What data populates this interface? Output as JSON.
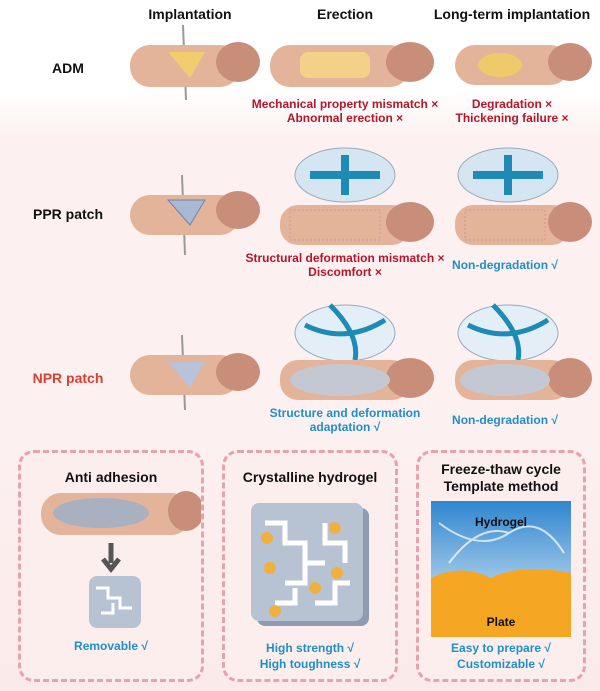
{
  "headers": {
    "implantation": "Implantation",
    "erection": "Erection",
    "long_term": "Long-term implantation"
  },
  "rows": {
    "adm": {
      "label": "ADM",
      "erection": [
        "Mechanical property mismatch ×",
        "Abnormal erection ×"
      ],
      "long_term": [
        "Degradation ×",
        "Thickening failure ×"
      ]
    },
    "ppr": {
      "label": "PPR patch",
      "erection": [
        "Structural deformation mismatch ×",
        "Discomfort ×"
      ],
      "long_term": [
        "Non-degradation √"
      ]
    },
    "npr": {
      "label": "NPR patch",
      "erection": [
        "Structure and deformation",
        "adaptation √"
      ],
      "long_term": [
        "Non-degradation √"
      ]
    }
  },
  "panels": {
    "anti_adhesion": {
      "title": "Anti adhesion",
      "notes": [
        "Removable √"
      ]
    },
    "crystalline": {
      "title": "Crystalline hydrogel",
      "notes": [
        "High strength √",
        "High toughness √"
      ]
    },
    "freeze_thaw": {
      "title": [
        "Freeze-thaw cycle",
        "Template method"
      ],
      "hydrogel_label": "Hydrogel",
      "plate_label": "Plate",
      "notes": [
        "Easy to prepare √",
        "Customizable √"
      ]
    }
  },
  "colors": {
    "red": "#b5162b",
    "blue": "#1f8fc7",
    "skin": "#e3b49a",
    "dash": "#e6a3ac"
  }
}
